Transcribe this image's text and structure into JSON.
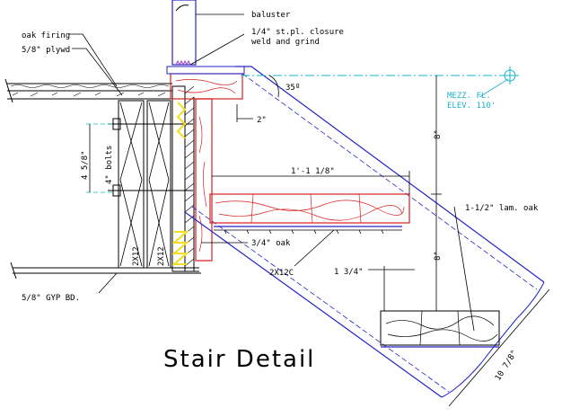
{
  "title": "Stair Detail",
  "labels": {
    "baluster": "baluster",
    "closure_line1": "1/4\" st.pl. closure",
    "closure_line2": "weld and grind",
    "oak_firing": "oak firing",
    "plywood": "5/8\" plywd",
    "angle": "35º",
    "dim_2": "2\"",
    "dim_4_5_8": "4 5/8\"",
    "bolts": "4\" bolts",
    "dim_1_1_1_8": "1'-1 1/8\"",
    "mezz_line1": "MEZZ. FL.",
    "mezz_line2": "ELEV. 110'",
    "dim_8_upper": "8\"",
    "lam_oak": "1-1/2\" lam. oak",
    "oak_3_4": "3/4\" oak",
    "dim_8_lower": "8\"",
    "channel": "2X12C",
    "dim_1_3_4": "1 3/4\"",
    "joist_a": "2X12",
    "joist_b": "2X12",
    "gyp": "5/8\" GYP BD.",
    "dim_10_7_8": "10 7/8\""
  },
  "colors": {
    "wood": "#d42020",
    "steel": "#2424c8",
    "centerline": "#19b3c8",
    "dimension": "#000000",
    "accent_yellow": "#f0e020",
    "accent_purple": "#a040c0",
    "text": "#000000"
  }
}
